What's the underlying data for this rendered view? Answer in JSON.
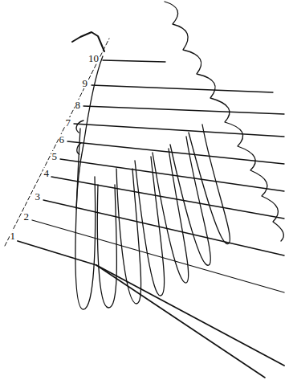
{
  "diagram": {
    "labels": [
      "10",
      "9",
      "8",
      "7",
      "6",
      "5",
      "4",
      "3",
      "2",
      "1"
    ]
  }
}
